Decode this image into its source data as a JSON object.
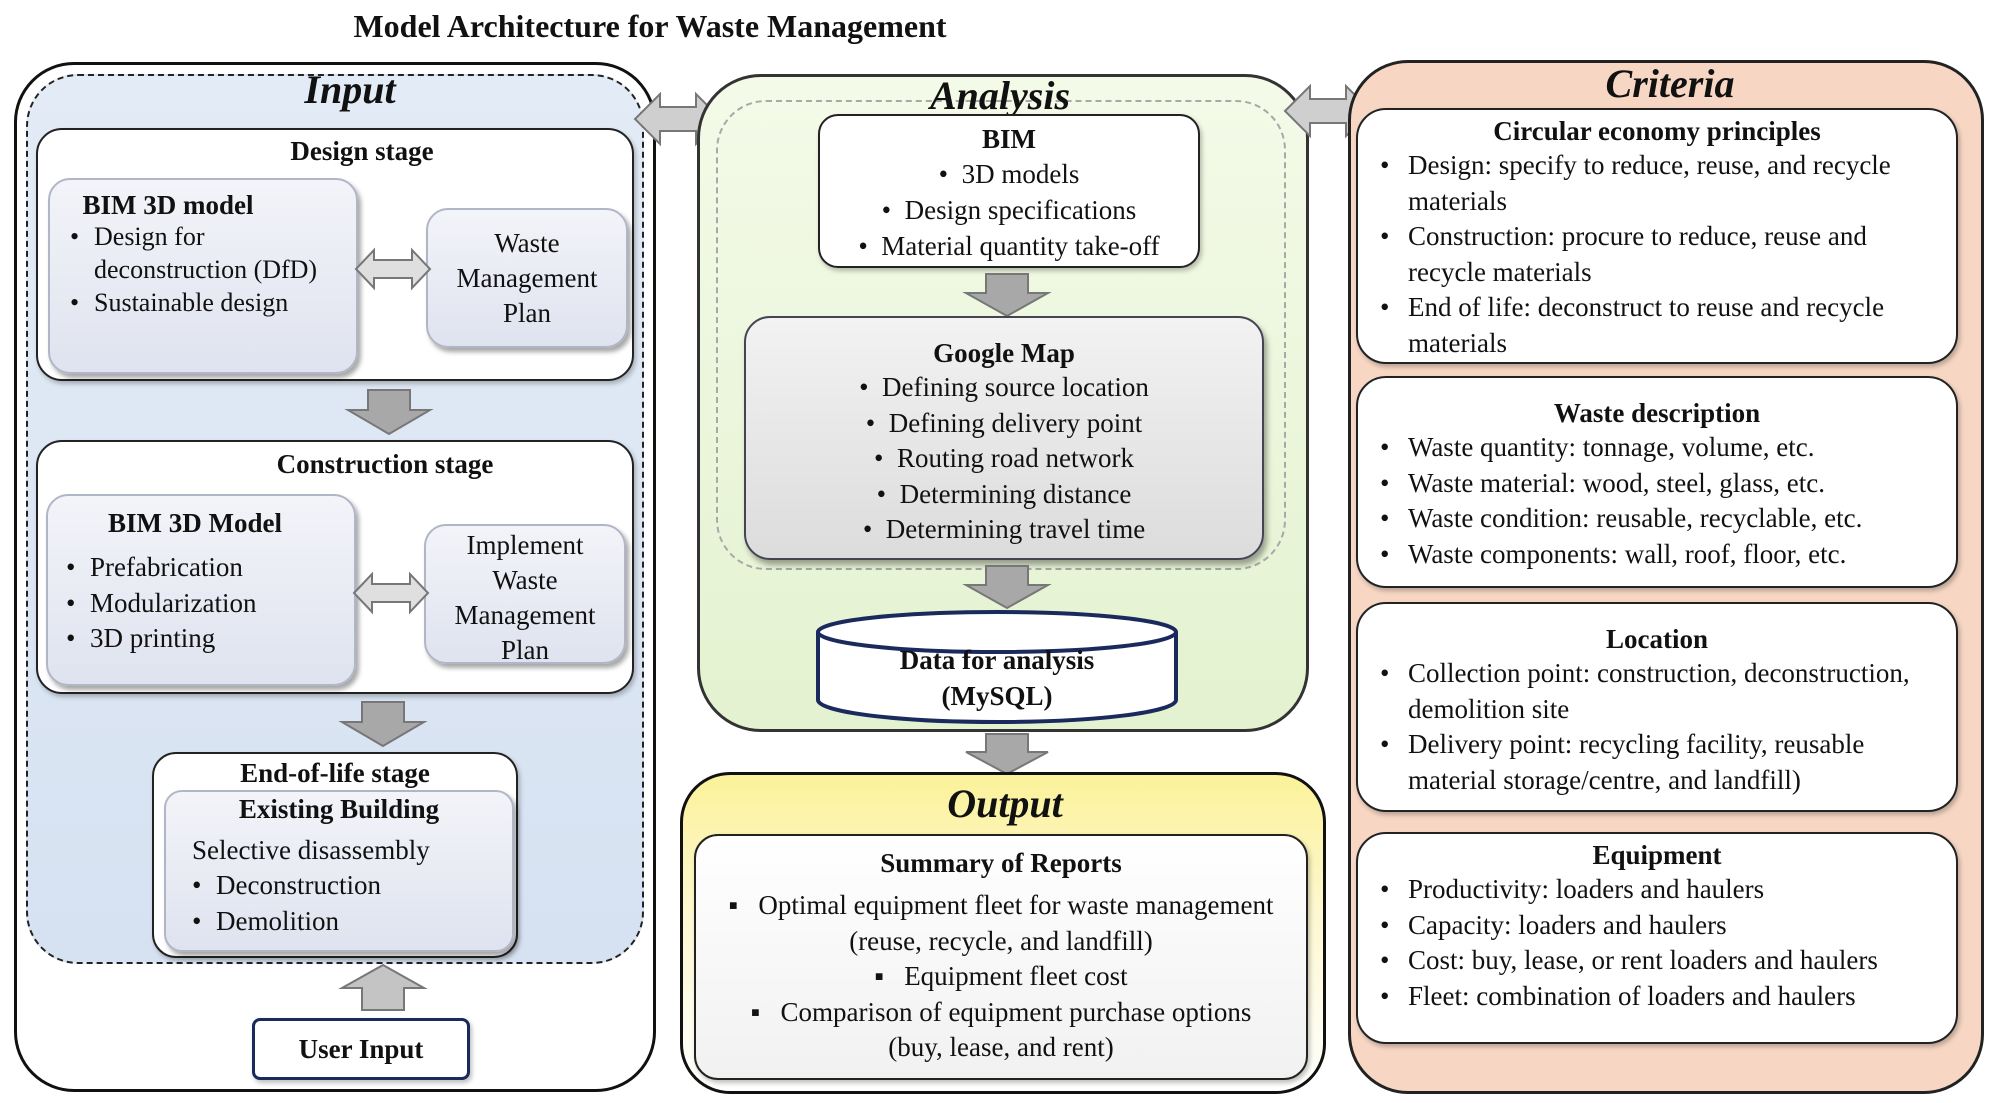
{
  "title": "Model Architecture for Waste Management",
  "input": {
    "title": "Input",
    "design_stage": {
      "label": "Design stage",
      "bim": {
        "title": "BIM 3D model",
        "items": [
          "Design for deconstruction (DfD)",
          "Sustainable design"
        ]
      },
      "plan": "Waste Management Plan"
    },
    "construction_stage": {
      "label": "Construction stage",
      "bim": {
        "title": "BIM 3D Model",
        "items": [
          "Prefabrication",
          "Modularization",
          "3D printing"
        ]
      },
      "plan": "Implement Waste Management Plan"
    },
    "end_of_life_stage": {
      "label": "End-of-life stage",
      "existing": {
        "title": "Existing Building",
        "text": "Selective disassembly",
        "items": [
          "Deconstruction",
          "Demolition"
        ]
      }
    },
    "user_input": "User Input"
  },
  "analysis": {
    "title": "Analysis",
    "bim": {
      "title": "BIM",
      "items": [
        "3D models",
        "Design specifications",
        "Material quantity take-off"
      ]
    },
    "google_map": {
      "title": "Google Map",
      "items": [
        "Defining source location",
        "Defining delivery point",
        "Routing road network",
        "Determining distance",
        "Determining travel time"
      ]
    },
    "database": {
      "line1": "Data for analysis",
      "line2": "(MySQL)"
    }
  },
  "output": {
    "title": "Output",
    "summary": {
      "title": "Summary of Reports",
      "items": [
        "Optimal equipment fleet for waste management (reuse, recycle, and landfill)",
        "Equipment fleet cost",
        "Comparison of equipment purchase options (buy, lease, and rent)"
      ]
    }
  },
  "criteria": {
    "title": "Criteria",
    "circular": {
      "title": "Circular economy principles",
      "items": [
        "Design: specify to reduce, reuse, and recycle materials",
        "Construction: procure to reduce, reuse and recycle materials",
        "End of life: deconstruct to reuse and recycle materials"
      ]
    },
    "waste": {
      "title": "Waste description",
      "items": [
        "Waste quantity: tonnage, volume, etc.",
        "Waste material:  wood, steel, glass, etc.",
        "Waste condition: reusable, recyclable, etc.",
        "Waste components: wall, roof, floor, etc."
      ]
    },
    "location": {
      "title": "Location",
      "items": [
        "Collection point: construction, deconstruction, demolition site",
        "Delivery point: recycling facility, reusable material storage/centre, and landfill)"
      ]
    },
    "equipment": {
      "title": "Equipment",
      "items": [
        "Productivity: loaders and haulers",
        "Capacity: loaders and haulers",
        "Cost: buy, lease, or rent loaders and haulers",
        "Fleet: combination of loaders and haulers"
      ]
    }
  },
  "colors": {
    "input_bg": "#dce6f3",
    "analysis_bg": "#e8f5d8",
    "output_bg": "#fbf29a",
    "criteria_bg": "#f7d7c4",
    "database_border": "#1a2a5c"
  }
}
